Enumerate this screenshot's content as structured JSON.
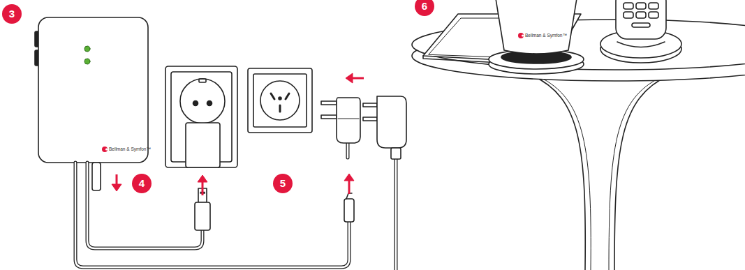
{
  "diagram": {
    "labels": [
      "3",
      "6",
      "Bellman & Symfon™",
      "4",
      "5",
      "Bellman & Symfon™"
    ]
  }
}
